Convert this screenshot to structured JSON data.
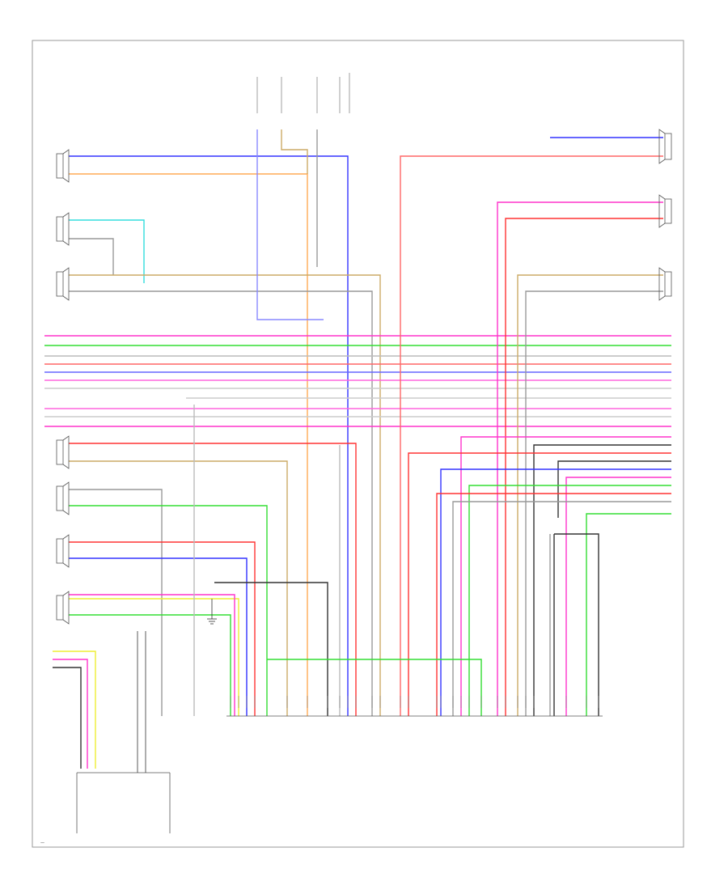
{
  "diagram": {
    "page_label": "—",
    "colors": {
      "pink": "#ff33cc",
      "green": "#33dd33",
      "red": "#ff3333",
      "blue": "#3333ff",
      "cyan": "#33dddd",
      "yellow": "#eeee33",
      "orange": "#ffaa55",
      "gray": "#999999",
      "black": "#333333",
      "tan": "#ccaa66"
    },
    "components": [
      {
        "id": "rear-left-spk",
        "caption_lines": [
          "",
          ""
        ]
      },
      {
        "id": "rear-right-spk",
        "caption_lines": [
          "",
          ""
        ]
      },
      {
        "id": "left-rear-spk",
        "caption_lines": [
          "",
          ""
        ]
      },
      {
        "id": "woofer",
        "caption_lines": [
          ""
        ]
      },
      {
        "id": "left-rear-door-spk",
        "caption_lines": [
          "",
          ""
        ]
      },
      {
        "id": "right-front-spk",
        "caption_lines": [
          "",
          ""
        ]
      },
      {
        "id": "left-front-spk",
        "caption_lines": [
          "",
          ""
        ]
      },
      {
        "id": "right-front-door-spk",
        "caption_lines": [
          "",
          ""
        ]
      },
      {
        "id": "center-spk",
        "caption_lines": [
          "",
          ""
        ]
      },
      {
        "id": "left-front-door-spk",
        "caption_lines": [
          "",
          ""
        ]
      }
    ]
  }
}
